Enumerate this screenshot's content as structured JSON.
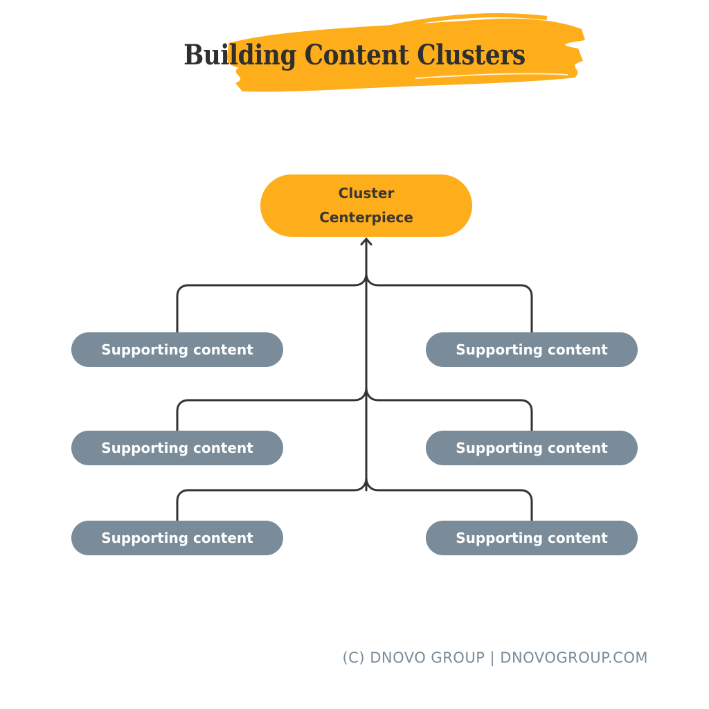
{
  "title": "Building Content Clusters",
  "colors": {
    "accent": "#fdae1a",
    "node": "#7a8c99",
    "line": "#333333",
    "text": "#2f2f2f"
  },
  "center": {
    "line1": "Cluster",
    "line2": "Centerpiece"
  },
  "supporting": [
    {
      "label": "Supporting content",
      "side": "left",
      "row": 1
    },
    {
      "label": "Supporting content",
      "side": "right",
      "row": 1
    },
    {
      "label": "Supporting content",
      "side": "left",
      "row": 2
    },
    {
      "label": "Supporting content",
      "side": "right",
      "row": 2
    },
    {
      "label": "Supporting content",
      "side": "left",
      "row": 3
    },
    {
      "label": "Supporting content",
      "side": "right",
      "row": 3
    }
  ],
  "footer": "(C) DNOVO GROUP | DNOVOGROUP.COM"
}
